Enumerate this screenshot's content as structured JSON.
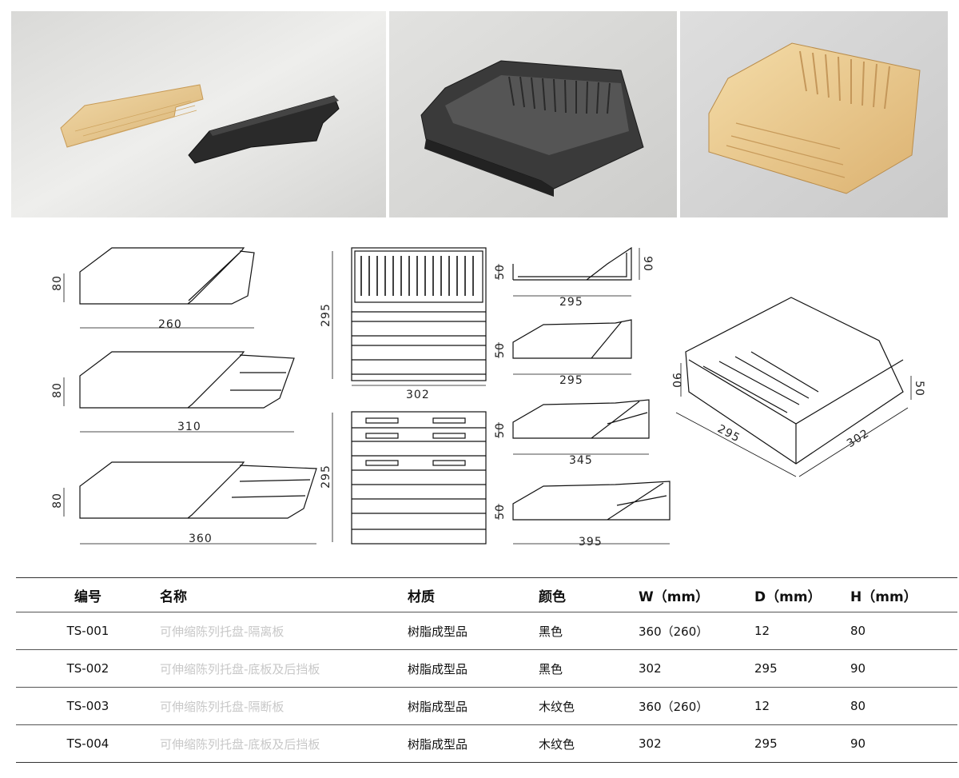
{
  "photos": [
    {
      "name": "partition-boards-photo"
    },
    {
      "name": "black-tray-photo"
    },
    {
      "name": "wood-tray-photo"
    }
  ],
  "drawings": {
    "dim_260": "260",
    "dim_310": "310",
    "dim_360": "360",
    "dim_80": "80",
    "dim_295": "295",
    "dim_302": "302",
    "dim_50": "50",
    "dim_90": "90",
    "dim_345": "345",
    "dim_395": "395"
  },
  "table": {
    "headers": {
      "code": "编号",
      "name": "名称",
      "material": "材质",
      "color": "颜色",
      "w": "W（mm）",
      "d": "D（mm）",
      "h": "H（mm）"
    },
    "rows": [
      {
        "code": "TS-001",
        "name": "可伸缩陈列托盘-隔离板",
        "material": "树脂成型品",
        "color": "黑色",
        "w": "360（260）",
        "d": "12",
        "h": "80"
      },
      {
        "code": "TS-002",
        "name": "可伸缩陈列托盘-底板及后挡板",
        "material": "树脂成型品",
        "color": "黑色",
        "w": "302",
        "d": "295",
        "h": "90"
      },
      {
        "code": "TS-003",
        "name": "可伸缩陈列托盘-隔断板",
        "material": "树脂成型品",
        "color": "木纹色",
        "w": "360（260）",
        "d": "12",
        "h": "80"
      },
      {
        "code": "TS-004",
        "name": "可伸缩陈列托盘-底板及后挡板",
        "material": "树脂成型品",
        "color": "木纹色",
        "w": "302",
        "d": "295",
        "h": "90"
      }
    ]
  }
}
